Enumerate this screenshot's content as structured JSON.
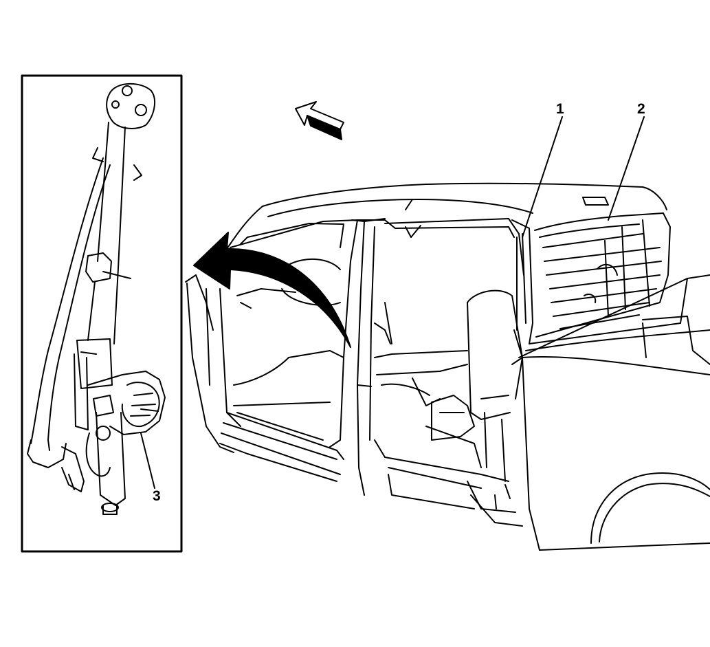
{
  "callouts": {
    "one": "1",
    "two": "2",
    "three": "3"
  },
  "colors": {
    "line": "#000000",
    "background": "#ffffff",
    "frame_fill": "#ffffff"
  },
  "icons": {
    "direction_arrow": "front-direction-arrow-icon",
    "removal_arrow": "curved-removal-arrow-icon"
  }
}
